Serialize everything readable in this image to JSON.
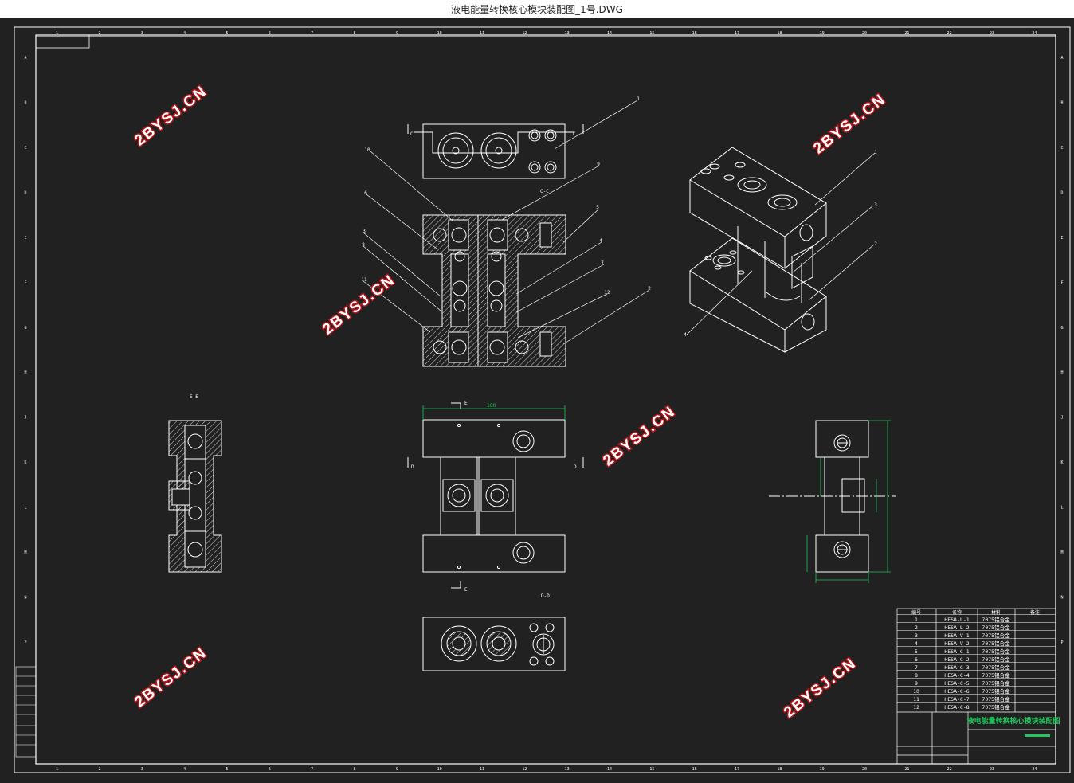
{
  "window": {
    "title": "液电能量转换核心模块装配图_1号.DWG"
  },
  "border": {
    "columns": [
      "1",
      "2",
      "3",
      "4",
      "5",
      "6",
      "7",
      "8",
      "9",
      "10",
      "11",
      "12",
      "13",
      "14",
      "15",
      "16",
      "17",
      "18",
      "19",
      "20",
      "21",
      "22",
      "23",
      "24"
    ],
    "rows": [
      "A",
      "B",
      "C",
      "D",
      "E",
      "F",
      "G",
      "H",
      "J",
      "K",
      "L",
      "M",
      "N",
      "P"
    ]
  },
  "watermark": "2BYSJ.CN",
  "views": {
    "section_cc": "C-C",
    "section_ee": "E-E",
    "section_dd": "D-D",
    "cut_c": "C",
    "cut_e": "E",
    "cut_d": "D"
  },
  "balloons_section": [
    "1",
    "10",
    "9",
    "6",
    "5",
    "3",
    "4",
    "8",
    "7",
    "11",
    "12",
    "2"
  ],
  "balloons_iso": [
    "1",
    "3",
    "2",
    "4"
  ],
  "dimensions": {
    "top_width": "180"
  },
  "parts_table": {
    "headers": [
      "编号",
      "名称",
      "材料",
      "备注"
    ],
    "rows": [
      {
        "no": "1",
        "name": "HESA-L-1",
        "mat": "7075铝合金"
      },
      {
        "no": "2",
        "name": "HESA-L-2",
        "mat": "7075铝合金"
      },
      {
        "no": "3",
        "name": "HESA-V-1",
        "mat": "7075铝合金"
      },
      {
        "no": "4",
        "name": "HESA-V-2",
        "mat": "7075铝合金"
      },
      {
        "no": "5",
        "name": "HESA-C-1",
        "mat": "7075铝合金"
      },
      {
        "no": "6",
        "name": "HESA-C-2",
        "mat": "7075铝合金"
      },
      {
        "no": "7",
        "name": "HESA-C-3",
        "mat": "7075铝合金"
      },
      {
        "no": "8",
        "name": "HESA-C-4",
        "mat": "7075铝合金"
      },
      {
        "no": "9",
        "name": "HESA-C-5",
        "mat": "7075铝合金"
      },
      {
        "no": "10",
        "name": "HESA-C-6",
        "mat": "7075铝合金"
      },
      {
        "no": "11",
        "name": "HESA-C-7",
        "mat": "7075铝合金"
      },
      {
        "no": "12",
        "name": "HESA-C-8",
        "mat": "7075铝合金"
      }
    ]
  },
  "title_block": {
    "drawing_title": "液电能量转换核心模块装配图"
  },
  "colors": {
    "background": "#212121",
    "lines": "#ffffff",
    "dimensions": "#22c55e",
    "watermark_outline": "#b4161b"
  }
}
